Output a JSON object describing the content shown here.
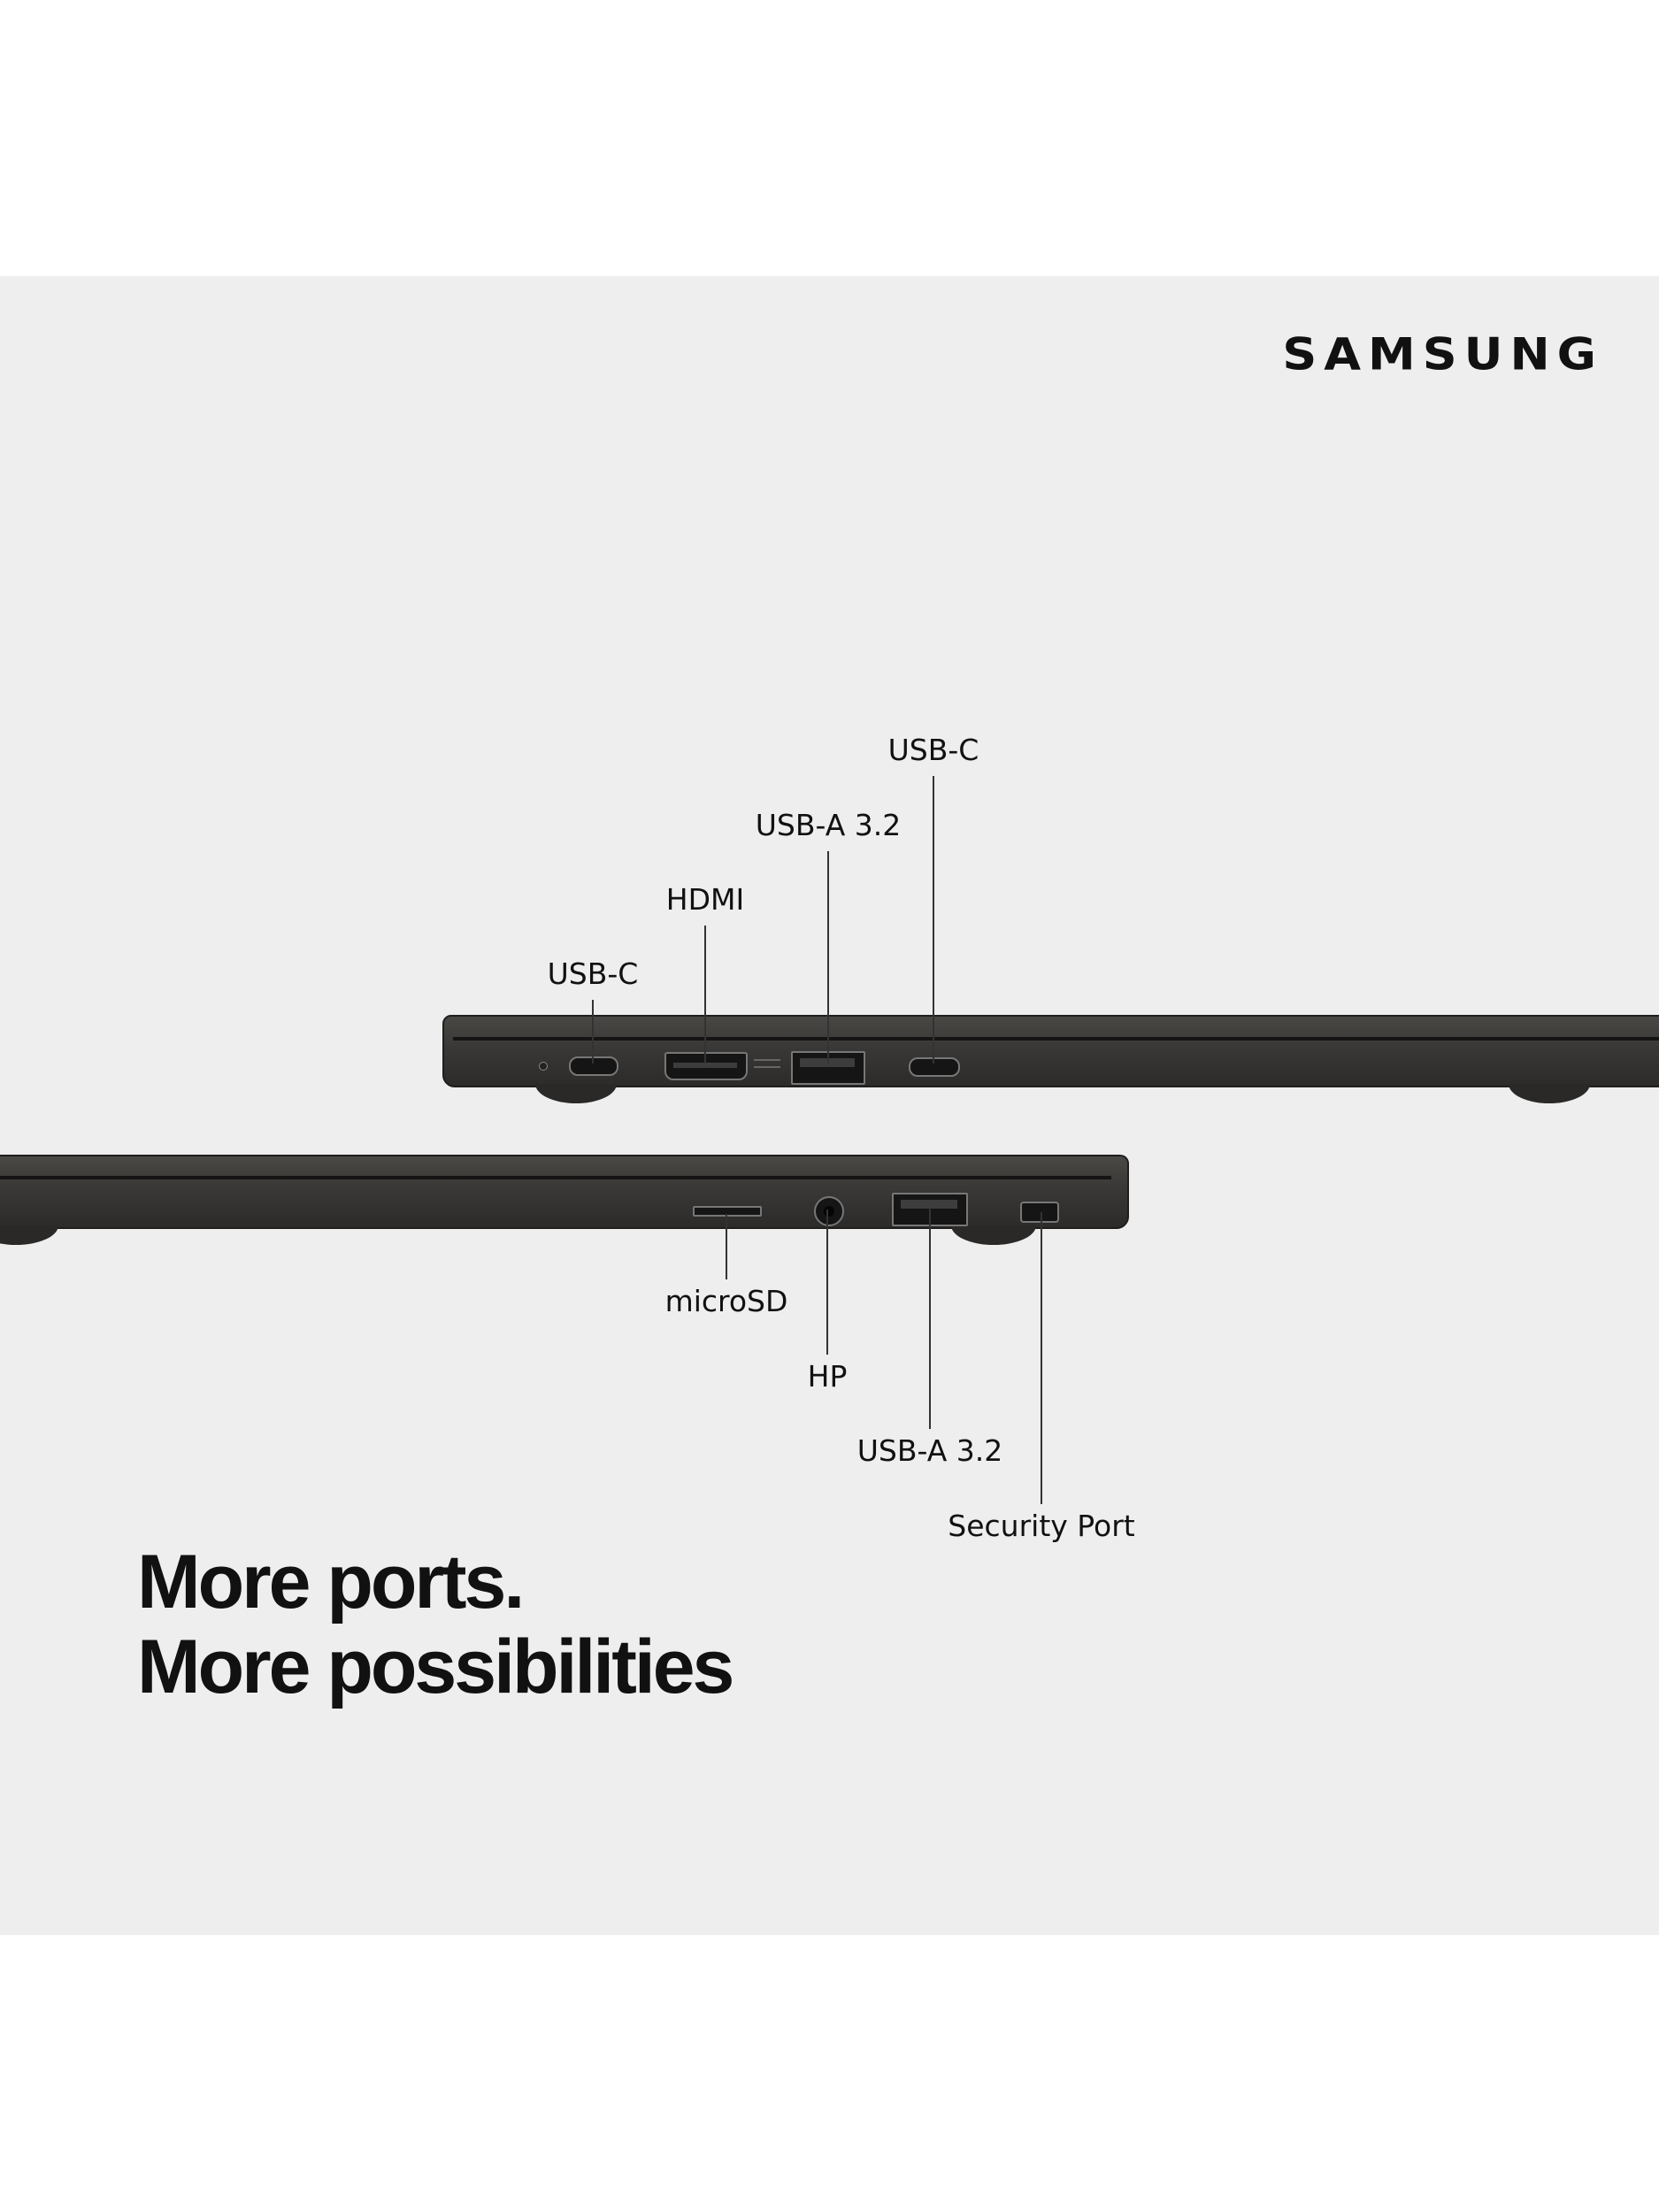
{
  "brand": {
    "logo_text": "SAMSUNG"
  },
  "headline": {
    "line1": "More ports.",
    "line2": "More possibilities"
  },
  "top_ports": [
    {
      "label": "USB-C"
    },
    {
      "label": "HDMI"
    },
    {
      "label": "USB-A 3.2"
    },
    {
      "label": "USB-C"
    }
  ],
  "bottom_ports": [
    {
      "label": "microSD"
    },
    {
      "label": "HP"
    },
    {
      "label": "USB-A 3.2"
    },
    {
      "label": "Security Port"
    }
  ],
  "colors": {
    "panel": "#eeeeee",
    "laptop": "#3a3836",
    "text": "#111111"
  }
}
